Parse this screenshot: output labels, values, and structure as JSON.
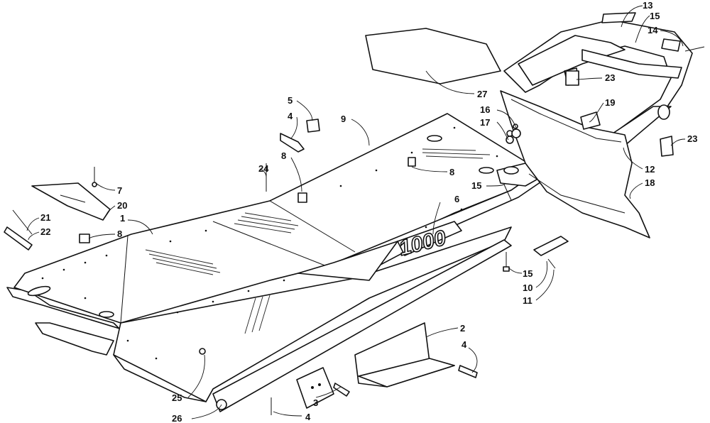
{
  "diagram": {
    "decal_text": "1000",
    "callouts": [
      {
        "id": "c13",
        "text": "13"
      },
      {
        "id": "c15a",
        "text": "15"
      },
      {
        "id": "c14",
        "text": "14"
      },
      {
        "id": "c23a",
        "text": "23"
      },
      {
        "id": "c27",
        "text": "27"
      },
      {
        "id": "c19",
        "text": "19"
      },
      {
        "id": "c16",
        "text": "16"
      },
      {
        "id": "c17",
        "text": "17"
      },
      {
        "id": "c23b",
        "text": "23"
      },
      {
        "id": "c12",
        "text": "12"
      },
      {
        "id": "c18",
        "text": "18"
      },
      {
        "id": "c5",
        "text": "5"
      },
      {
        "id": "c4a",
        "text": "4"
      },
      {
        "id": "c9",
        "text": "9"
      },
      {
        "id": "c8a",
        "text": "8"
      },
      {
        "id": "c24",
        "text": "24"
      },
      {
        "id": "c8b",
        "text": "8"
      },
      {
        "id": "c15b",
        "text": "15"
      },
      {
        "id": "c6",
        "text": "6"
      },
      {
        "id": "c7",
        "text": "7"
      },
      {
        "id": "c20",
        "text": "20"
      },
      {
        "id": "c1",
        "text": "1"
      },
      {
        "id": "c21",
        "text": "21"
      },
      {
        "id": "c22",
        "text": "22"
      },
      {
        "id": "c8c",
        "text": "8"
      },
      {
        "id": "c15c",
        "text": "15"
      },
      {
        "id": "c10",
        "text": "10"
      },
      {
        "id": "c11",
        "text": "11"
      },
      {
        "id": "c2",
        "text": "2"
      },
      {
        "id": "c4b",
        "text": "4"
      },
      {
        "id": "c25",
        "text": "25"
      },
      {
        "id": "c3",
        "text": "3"
      },
      {
        "id": "c26",
        "text": "26"
      },
      {
        "id": "c4c",
        "text": "4"
      }
    ]
  }
}
